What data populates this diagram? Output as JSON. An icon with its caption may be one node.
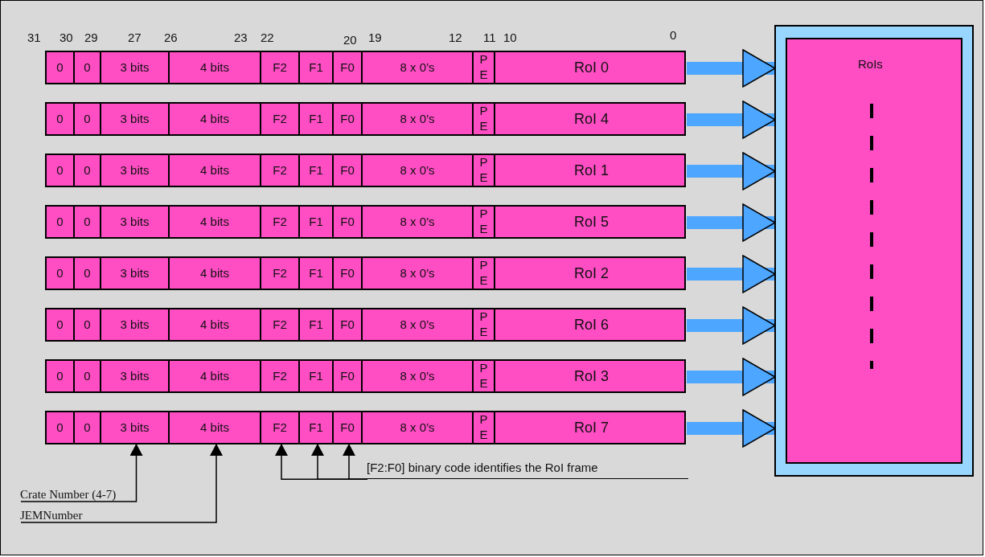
{
  "diagram": {
    "nodes": [
      {
        "text": [],
        "shape": "box"
      },
      {
        "text": [
          "0"
        ],
        "in": 0
      },
      {
        "text": [
          "0"
        ],
        "in": 0
      },
      {
        "text": [
          "3 bits"
        ],
        "in": 0
      },
      {
        "text": [
          "4 bits"
        ],
        "in": 0
      },
      {
        "text": [
          "F2"
        ],
        "in": 0
      },
      {
        "text": [
          "F1"
        ],
        "in": 0
      },
      {
        "text": [
          "F0"
        ],
        "in": 0
      },
      {
        "text": [
          "8 x 0’s"
        ],
        "in": 0
      },
      {
        "text": [
          "P E"
        ],
        "in": 0
      },
      {
        "text": [
          "RoI 0"
        ],
        "in": 0
      },
      {
        "text": [],
        "shape": "box"
      },
      {
        "text": [
          "0"
        ],
        "in": 11
      },
      {
        "text": [
          "0"
        ],
        "in": 11
      },
      {
        "text": [
          "3 bits"
        ],
        "in": 11
      },
      {
        "text": [
          "4 bits"
        ],
        "in": 11
      },
      {
        "text": [
          "F2"
        ],
        "in": 11
      },
      {
        "text": [
          "F1"
        ],
        "in": 11
      },
      {
        "text": [
          "F0"
        ],
        "in": 11
      },
      {
        "text": [
          "8 x 0’s"
        ],
        "in": 11
      },
      {
        "text": [
          "P E"
        ],
        "in": 11
      },
      {
        "text": [
          "RoI 4"
        ],
        "in": 11
      },
      {
        "text": [],
        "shape": "box"
      },
      {
        "text": [
          "0"
        ],
        "in": 22
      },
      {
        "text": [
          "0"
        ],
        "in": 22
      },
      {
        "text": [
          "3 bits"
        ],
        "in": 22
      },
      {
        "text": [
          "4 bits"
        ],
        "in": 22
      },
      {
        "text": [
          "F2"
        ],
        "in": 22
      },
      {
        "text": [
          "F1"
        ],
        "in": 22
      },
      {
        "text": [
          "F0"
        ],
        "in": 22
      },
      {
        "text": [
          "8 x 0’s"
        ],
        "in": 22
      },
      {
        "text": [
          "P E"
        ],
        "in": 22
      },
      {
        "text": [
          "RoI 1"
        ],
        "in": 22
      },
      {
        "text": [],
        "shape": "box"
      },
      {
        "text": [
          "0"
        ],
        "in": 33
      },
      {
        "text": [
          "0"
        ],
        "in": 33
      },
      {
        "text": [
          "3 bits"
        ],
        "in": 33
      },
      {
        "text": [
          "4 bits"
        ],
        "in": 33
      },
      {
        "text": [
          "F2"
        ],
        "in": 33
      },
      {
        "text": [
          "F1"
        ],
        "in": 33
      },
      {
        "text": [
          "F0"
        ],
        "in": 33
      },
      {
        "text": [
          "8 x 0’s"
        ],
        "in": 33
      },
      {
        "text": [
          "P E"
        ],
        "in": 33
      },
      {
        "text": [
          "RoI 5"
        ],
        "in": 33
      },
      {
        "text": [],
        "shape": "box"
      },
      {
        "text": [
          "0"
        ],
        "in": 44
      },
      {
        "text": [
          "0"
        ],
        "in": 44
      },
      {
        "text": [
          "3 bits"
        ],
        "in": 44
      },
      {
        "text": [
          "4 bits"
        ],
        "in": 44
      },
      {
        "text": [
          "F2"
        ],
        "in": 44
      },
      {
        "text": [
          "F1"
        ],
        "in": 44
      },
      {
        "text": [
          "F0"
        ],
        "in": 44
      },
      {
        "text": [
          "8 x 0’s"
        ],
        "in": 44
      },
      {
        "text": [
          "P E"
        ],
        "in": 44
      },
      {
        "text": [
          "RoI 2"
        ],
        "in": 44
      },
      {
        "text": [],
        "shape": "box"
      },
      {
        "text": [
          "0"
        ],
        "in": 55
      },
      {
        "text": [
          "0"
        ],
        "in": 55
      },
      {
        "text": [
          "3 bits"
        ],
        "in": 55
      },
      {
        "text": [
          "4 bits"
        ],
        "in": 55
      },
      {
        "text": [
          "F2"
        ],
        "in": 55
      },
      {
        "text": [
          "F1"
        ],
        "in": 55
      },
      {
        "text": [
          "F0"
        ],
        "in": 55
      },
      {
        "text": [
          "8 x 0’s"
        ],
        "in": 55
      },
      {
        "text": [
          "P E"
        ],
        "in": 55
      },
      {
        "text": [
          "RoI 6"
        ],
        "in": 55
      },
      {
        "text": [],
        "shape": "box"
      },
      {
        "text": [
          "0"
        ],
        "in": 66
      },
      {
        "text": [
          "0"
        ],
        "in": 66
      },
      {
        "text": [
          "3 bits"
        ],
        "in": 66
      },
      {
        "text": [
          "4 bits"
        ],
        "in": 66
      },
      {
        "text": [
          "F2"
        ],
        "in": 66
      },
      {
        "text": [
          "F1"
        ],
        "in": 66
      },
      {
        "text": [
          "F0"
        ],
        "in": 66
      },
      {
        "text": [
          "8 x 0’s"
        ],
        "in": 66
      },
      {
        "text": [
          "P E"
        ],
        "in": 66
      },
      {
        "text": [
          "RoI 3"
        ],
        "in": 66
      },
      {
        "text": [],
        "shape": "box"
      },
      {
        "text": [
          "0"
        ],
        "in": 77
      },
      {
        "text": [
          "0"
        ],
        "in": 77
      },
      {
        "text": [
          "3 bits"
        ],
        "in": 77
      },
      {
        "text": [
          "4 bits"
        ],
        "in": 77
      },
      {
        "text": [
          "F2"
        ],
        "in": 77
      },
      {
        "text": [
          "F1"
        ],
        "in": 77
      },
      {
        "text": [
          "F0"
        ],
        "in": 77
      },
      {
        "text": [
          "8 x 0’s"
        ],
        "in": 77
      },
      {
        "text": [
          "P E"
        ],
        "in": 77
      },
      {
        "text": [
          "RoI 7"
        ],
        "in": 77
      },
      {
        "text": [],
        "shape": "box"
      },
      {
        "text": [
          "RoIs"
        ],
        "in": 88
      },
      {
        "text": [
          "Crate Number (4-7)"
        ]
      },
      {
        "text": [
          "JEMNumber"
        ]
      },
      {
        "text": [
          "[F2:F0] binary code identifies the RoI frame"
        ]
      }
    ],
    "edges": [
      {
        "from": 0,
        "to": 88,
        "arrow": "to"
      },
      {
        "from": 11,
        "to": 88,
        "arrow": "to"
      },
      {
        "from": 22,
        "to": 88,
        "arrow": "to"
      },
      {
        "from": 33,
        "to": 88,
        "arrow": "to"
      },
      {
        "from": 44,
        "to": 88,
        "arrow": "to"
      },
      {
        "from": 55,
        "to": 88,
        "arrow": "to"
      },
      {
        "from": 66,
        "to": 88,
        "arrow": "to"
      },
      {
        "from": 77,
        "to": 88,
        "arrow": "to"
      },
      {
        "from": 90,
        "to": 80,
        "arrow": "to",
        "color": "#000000"
      },
      {
        "from": 91,
        "to": 81,
        "arrow": "to",
        "color": "#000000"
      },
      {
        "from": 92,
        "to": 82,
        "arrow": "to",
        "color": "#000000"
      },
      {
        "from": 92,
        "to": 83,
        "arrow": "to",
        "color": "#000000"
      },
      {
        "from": 92,
        "to": 84,
        "arrow": "to",
        "color": "#000000"
      }
    ],
    "labels": [
      "31",
      "30",
      "29",
      "27",
      "26",
      "23",
      "22",
      "20",
      "19",
      "12",
      "11",
      "10",
      "0"
    ]
  }
}
